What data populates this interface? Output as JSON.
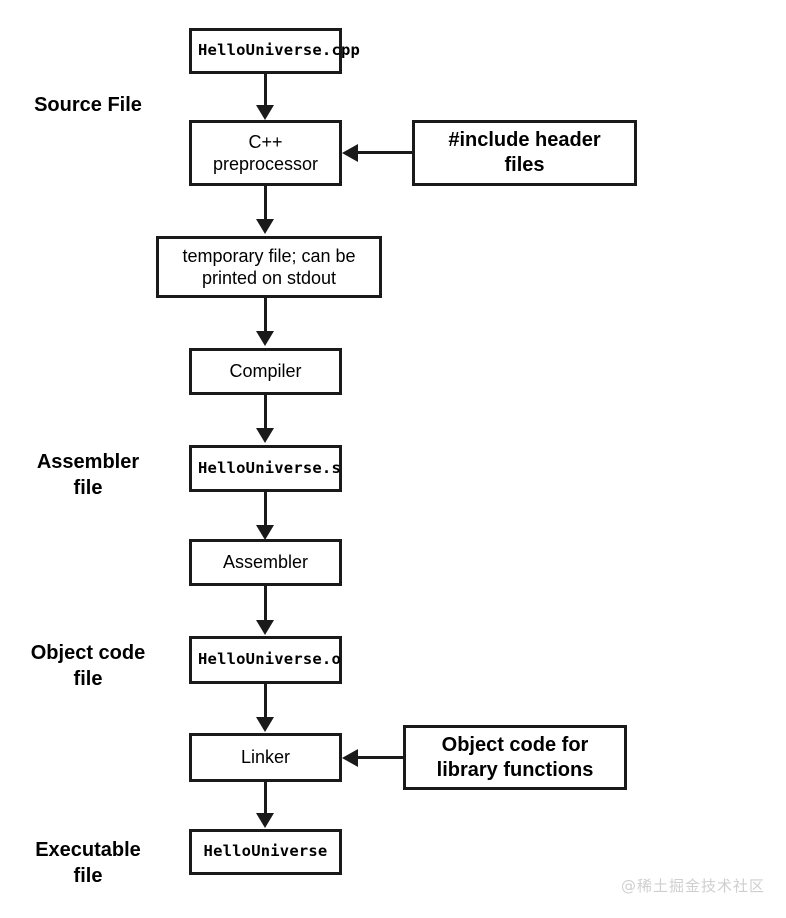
{
  "diagram": {
    "title": "C++ compilation pipeline",
    "stage_labels": [
      {
        "id": "source-file",
        "text": "Source File"
      },
      {
        "id": "assembler-file",
        "text": "Assembler\nfile"
      },
      {
        "id": "object-code-file",
        "text": "Object code\nfile"
      },
      {
        "id": "executable-file",
        "text": "Executable\nfile"
      }
    ],
    "nodes": [
      {
        "id": "source",
        "label": "HelloUniverse.cpp"
      },
      {
        "id": "preprocessor",
        "label": "C++\npreprocessor"
      },
      {
        "id": "include-headers",
        "label": "#include header\nfiles"
      },
      {
        "id": "temp-file",
        "label": "temporary file; can be\nprinted on stdout"
      },
      {
        "id": "compiler",
        "label": "Compiler"
      },
      {
        "id": "assembly-file",
        "label": "HelloUniverse.s"
      },
      {
        "id": "assembler",
        "label": "Assembler"
      },
      {
        "id": "object-file",
        "label": "HelloUniverse.o"
      },
      {
        "id": "linker",
        "label": "Linker"
      },
      {
        "id": "library-object-code",
        "label": "Object code for\nlibrary functions"
      },
      {
        "id": "executable",
        "label": "HelloUniverse"
      }
    ],
    "colors": {
      "stroke": "#1a1a1a",
      "fill": "#ffffff",
      "text": "#000000",
      "watermark": "#cfcfcf"
    }
  },
  "watermark": {
    "text": "@稀土掘金技术社区"
  }
}
